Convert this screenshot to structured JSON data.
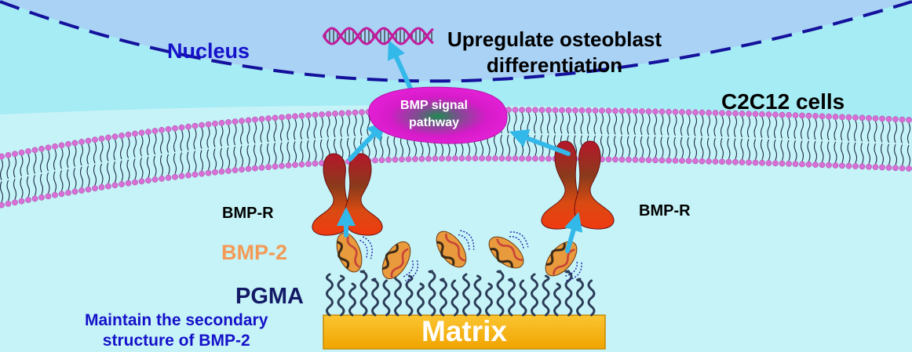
{
  "labels": {
    "nucleus": "Nucleus",
    "upregulate": "Upregulate osteoblast\ndifferentiation",
    "cells": "C2C12 cells",
    "bmp_signal": "BMP signal\npathway",
    "bmp_r_left": "BMP-R",
    "bmp_r_right": "BMP-R",
    "bmp_2": "BMP-2",
    "pgma": "PGMA",
    "maintain": "Maintain the secondary\nstructure of BMP-2",
    "matrix": "Matrix"
  },
  "colors": {
    "nucleus_fill": "#a9d2f5",
    "cytoplasm_fill": "#a6ecf4",
    "extracellular_fill": "#c6f3f7",
    "nuclear_envelope": "#14119c",
    "membrane_head": "#d86fd6",
    "membrane_tail": "#1a2a45",
    "receptor_top": "#b5172a",
    "receptor_mid": "#c93d10",
    "receptor_bottom": "#e63012",
    "arrow": "#33b8ea",
    "signal_blob": "#d61bc9",
    "signal_center": "#1e8b4f",
    "matrix_fill": "#f5b400",
    "matrix_text": "#ffffff",
    "pgma_chain": "#2b3c58",
    "bmp2_text": "#f49a57",
    "pgma_text": "#141a66",
    "maintain_text": "#1511c9",
    "nucleus_text": "#1511c9",
    "dark_text": "#000000",
    "signal_text": "#ffffff"
  },
  "icons": {
    "dna": "dna-helix-icon",
    "receptor": "bmp-receptor-icon",
    "protein": "bmp2-protein-icon",
    "arrow": "signal-arrow-icon"
  }
}
